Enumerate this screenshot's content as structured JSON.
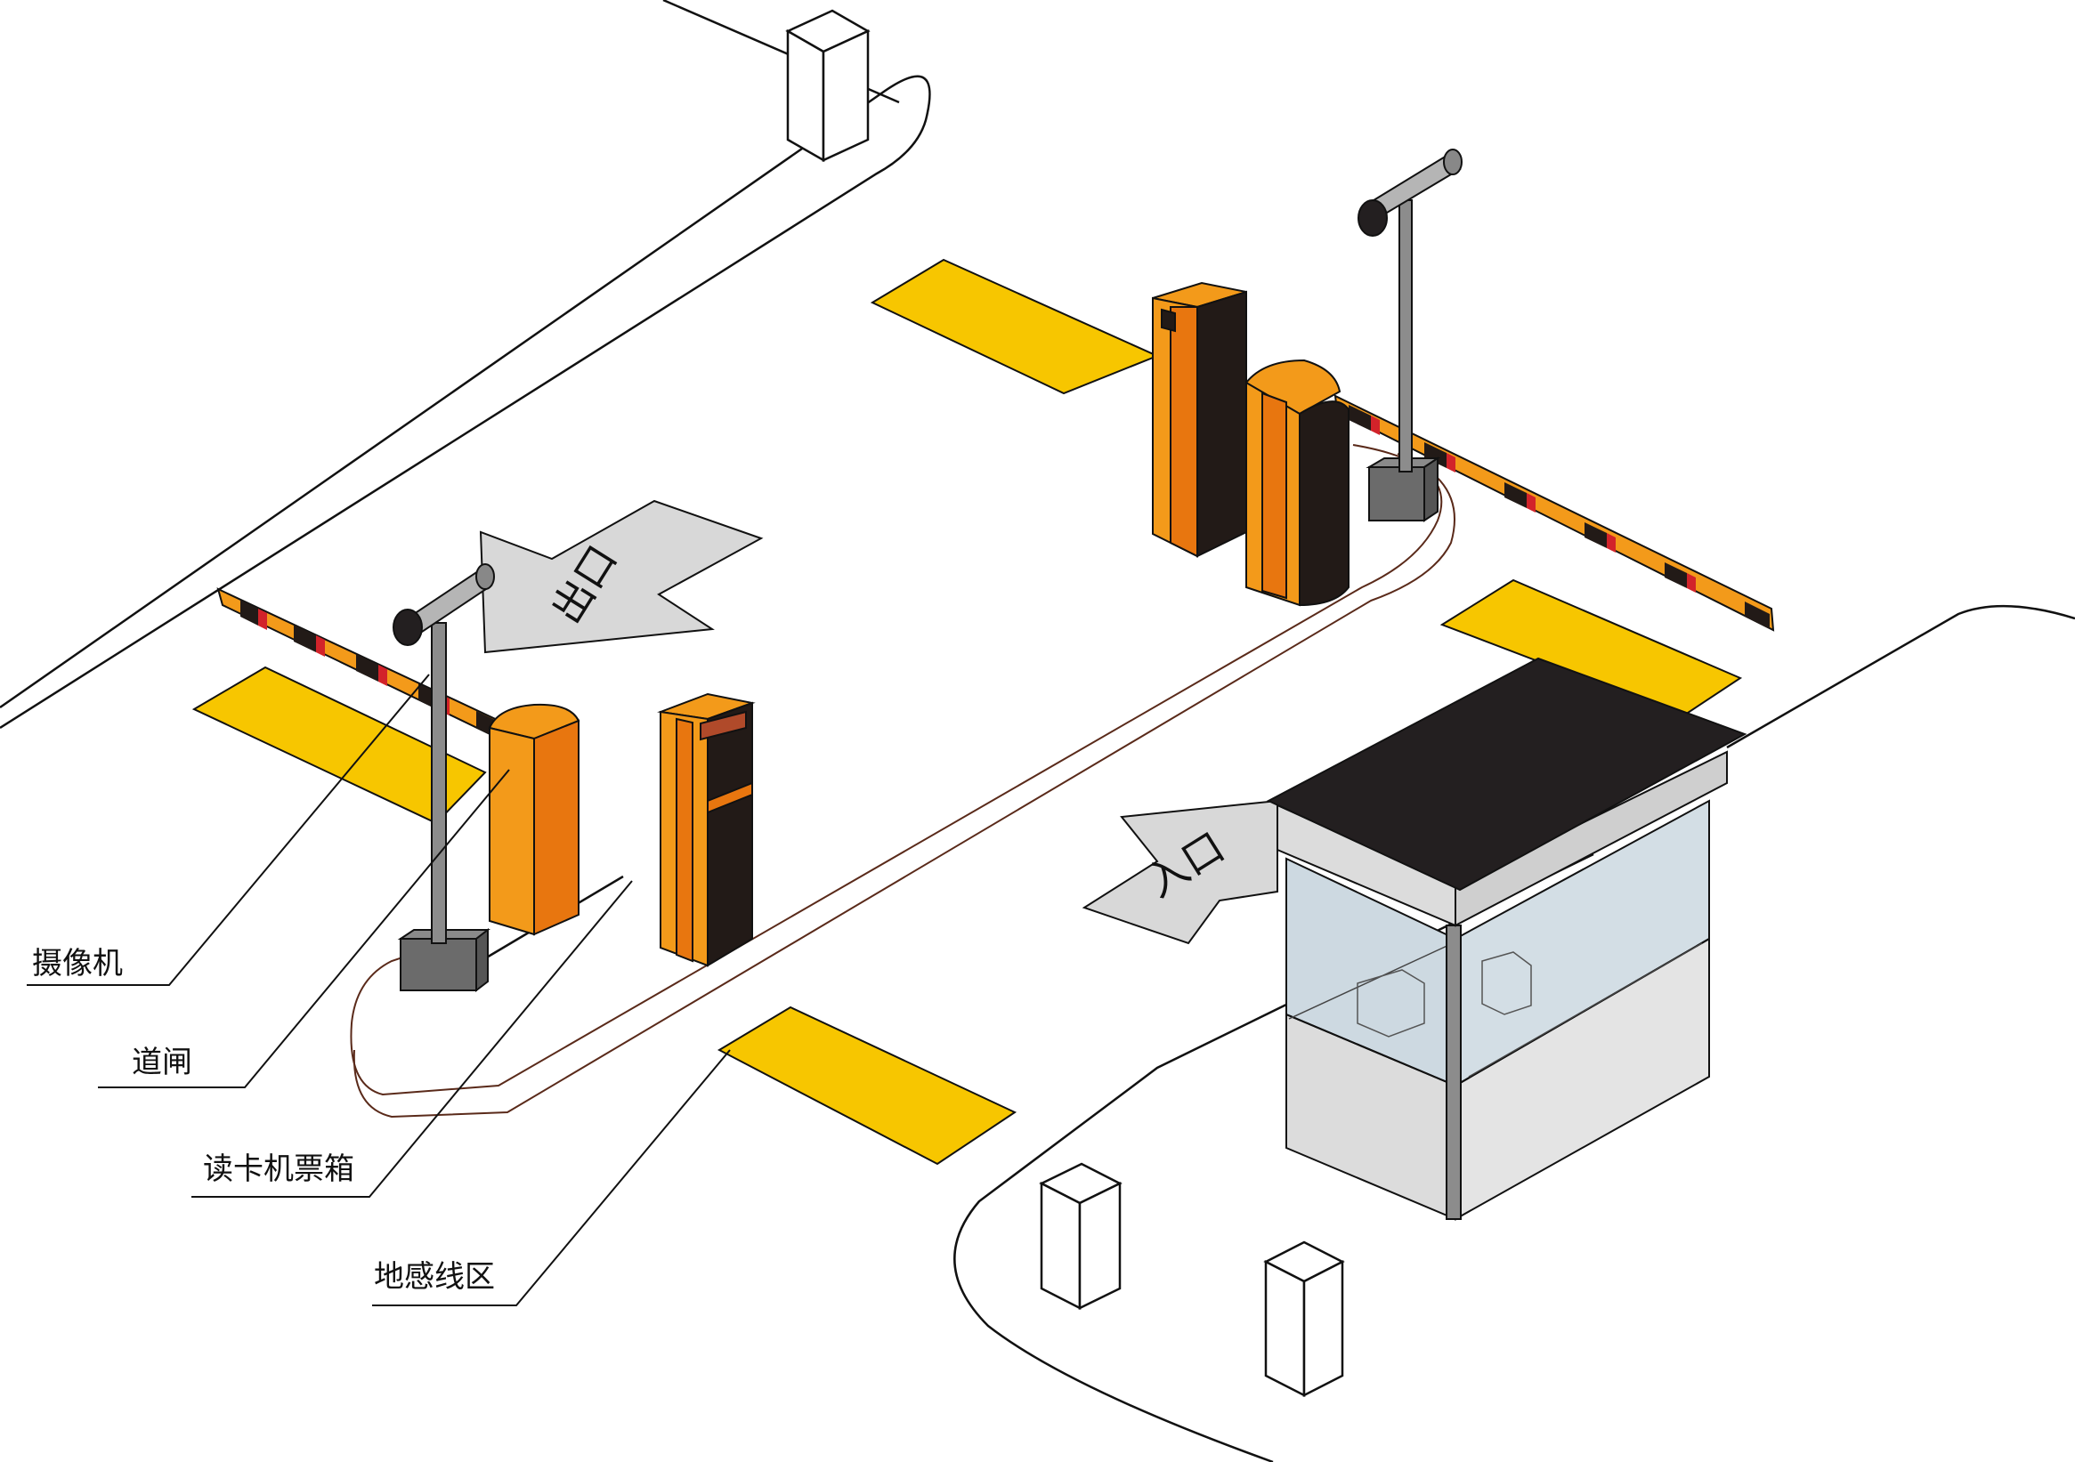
{
  "labels": {
    "camera": "摄像机",
    "barrier": "道闸",
    "card_reader": "读卡机票箱",
    "loop_detector": "地感线区"
  },
  "road_markings": {
    "exit_text": "出口",
    "entry_text": "入口"
  },
  "colors": {
    "loop_zone": "#f7c600",
    "barrier_orange": "#e8760f",
    "barrier_orange_light": "#f39a1a",
    "cabinet_dark": "#221a17",
    "pole_gray": "#6b6b6b",
    "booth_roof": "#231f20",
    "booth_glass": "#cdd9e1",
    "booth_wall": "#dcdcdc",
    "arrow_fill": "#d8d8d8",
    "arm_stripe_red": "#d2232a"
  }
}
